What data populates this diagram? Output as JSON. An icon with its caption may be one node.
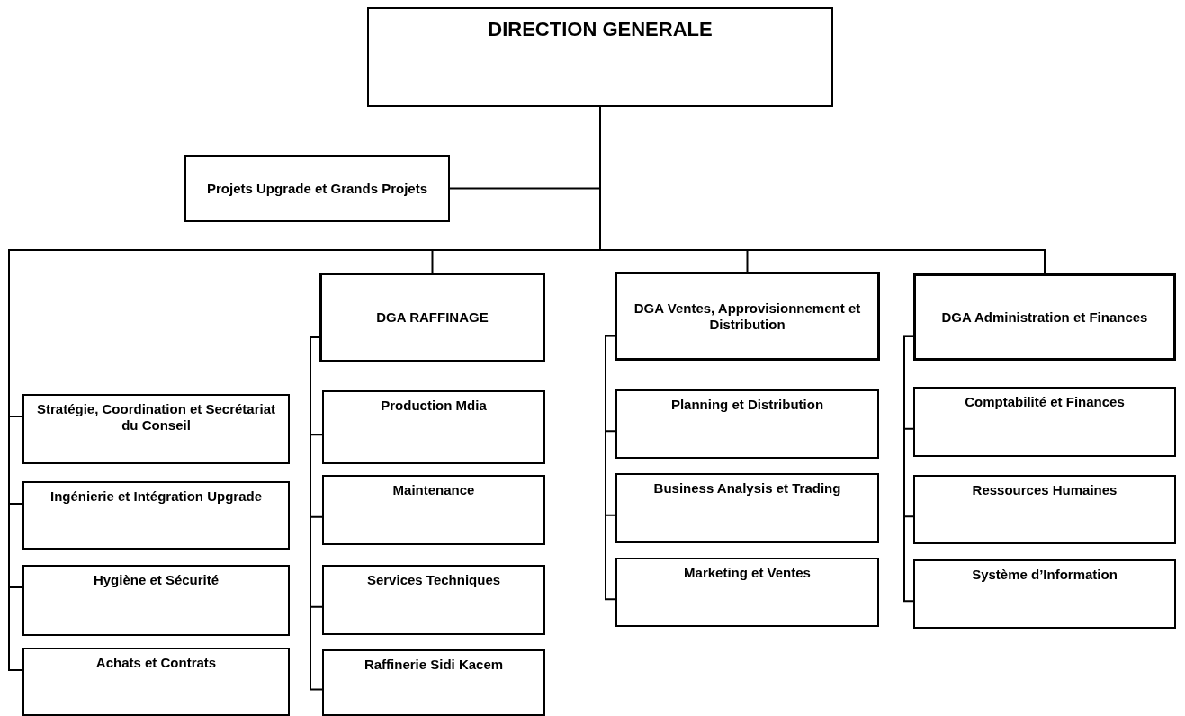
{
  "diagram": {
    "nodes": [
      {
        "text": [
          "DIRECTION GENERALE"
        ]
      },
      {
        "text": [
          "Projets Upgrade et Grands Projets"
        ]
      },
      {
        "text": [
          "Stratégie, Coordination et Secrétariat du Conseil"
        ]
      },
      {
        "text": [
          "Ingénierie et Intégration Upgrade"
        ]
      },
      {
        "text": [
          "Hygiène et Sécurité"
        ]
      },
      {
        "text": [
          "Achats et Contrats"
        ]
      },
      {
        "text": [
          "DGA RAFFINAGE"
        ]
      },
      {
        "text": [
          "Production Mdia"
        ]
      },
      {
        "text": [
          "Maintenance"
        ]
      },
      {
        "text": [
          "Services Techniques"
        ]
      },
      {
        "text": [
          "Raffinerie Sidi Kacem"
        ]
      },
      {
        "text": [
          "DGA Ventes, Approvisionnement et Distribution"
        ]
      },
      {
        "text": [
          "Planning et Distribution"
        ]
      },
      {
        "text": [
          "Business Analysis et Trading"
        ]
      },
      {
        "text": [
          "Marketing et Ventes"
        ]
      },
      {
        "text": [
          "DGA Administration et Finances"
        ]
      },
      {
        "text": [
          "Comptabilité et Finances"
        ]
      },
      {
        "text": [
          "Ressources Humaines"
        ]
      },
      {
        "text": [
          "Système d’Information"
        ]
      }
    ],
    "edges": [
      {
        "from": 0,
        "to": 1,
        "arrow": "none"
      },
      {
        "from": 0,
        "to": 2,
        "arrow": "none"
      },
      {
        "from": 0,
        "to": 3,
        "arrow": "none"
      },
      {
        "from": 0,
        "to": 4,
        "arrow": "none"
      },
      {
        "from": 0,
        "to": 5,
        "arrow": "none"
      },
      {
        "from": 0,
        "to": 6,
        "arrow": "none"
      },
      {
        "from": 0,
        "to": 11,
        "arrow": "none"
      },
      {
        "from": 0,
        "to": 15,
        "arrow": "none"
      },
      {
        "from": 6,
        "to": 7,
        "arrow": "none"
      },
      {
        "from": 6,
        "to": 8,
        "arrow": "none"
      },
      {
        "from": 6,
        "to": 9,
        "arrow": "none"
      },
      {
        "from": 6,
        "to": 10,
        "arrow": "none"
      },
      {
        "from": 11,
        "to": 12,
        "arrow": "none"
      },
      {
        "from": 11,
        "to": 13,
        "arrow": "none"
      },
      {
        "from": 11,
        "to": 14,
        "arrow": "none"
      },
      {
        "from": 15,
        "to": 16,
        "arrow": "none"
      },
      {
        "from": 15,
        "to": 17,
        "arrow": "none"
      },
      {
        "from": 15,
        "to": 18,
        "arrow": "none"
      }
    ]
  }
}
